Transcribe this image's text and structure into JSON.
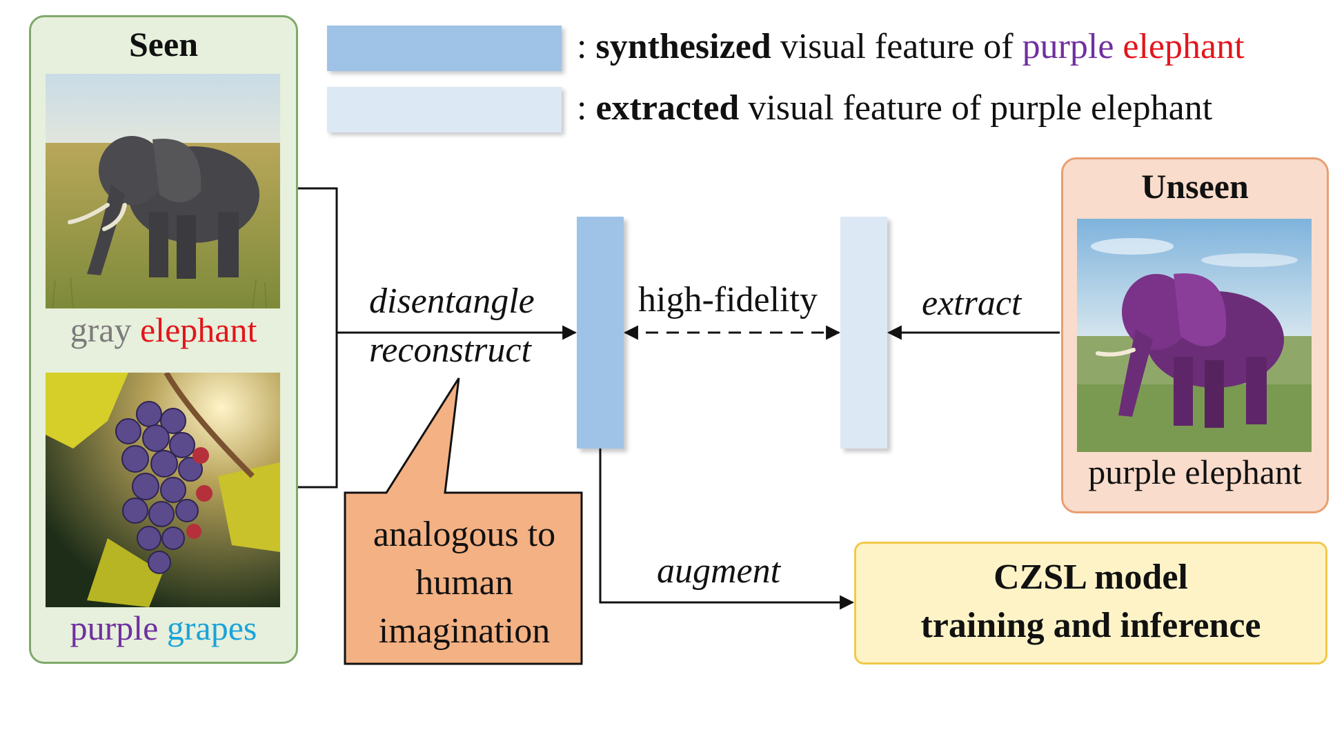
{
  "legend": {
    "synth": {
      "colon": ":",
      "bold": "synthesized",
      "text": " visual feature of ",
      "word1": "purple",
      "space": " ",
      "word2": "elephant",
      "color": "#9fc3e7"
    },
    "extract": {
      "colon": ":",
      "bold": "extracted",
      "text": " visual feature of purple elephant",
      "color": "#dde8f5"
    }
  },
  "seen": {
    "title": "Seen",
    "img1": {
      "w1": "gray",
      "sp": " ",
      "w2": "elephant"
    },
    "img2": {
      "w1": "purple",
      "sp": " ",
      "w2": "grapes"
    }
  },
  "unseen": {
    "title": "Unseen",
    "caption": "purple elephant"
  },
  "labels": {
    "disentangle": "disentangle",
    "reconstruct": "reconstruct",
    "high_fidelity": "high-fidelity",
    "extract": "extract",
    "augment": "augment"
  },
  "callout": {
    "line1": "analogous to",
    "line2": "human",
    "line3": "imagination"
  },
  "model": {
    "line1": "CZSL model",
    "line2": "training and inference"
  },
  "colors": {
    "gray": "#7b7b7b",
    "red": "#e3151c",
    "purple": "#7030a0",
    "cyan": "#1aa3db",
    "synth_feature": "#9fc3e7",
    "extract_feature": "#dde8f5",
    "seen_bg": "#e6f0dc",
    "unseen_bg": "#f9dccb",
    "callout_bg": "#f4b183",
    "model_bg": "#fdf3c7"
  }
}
